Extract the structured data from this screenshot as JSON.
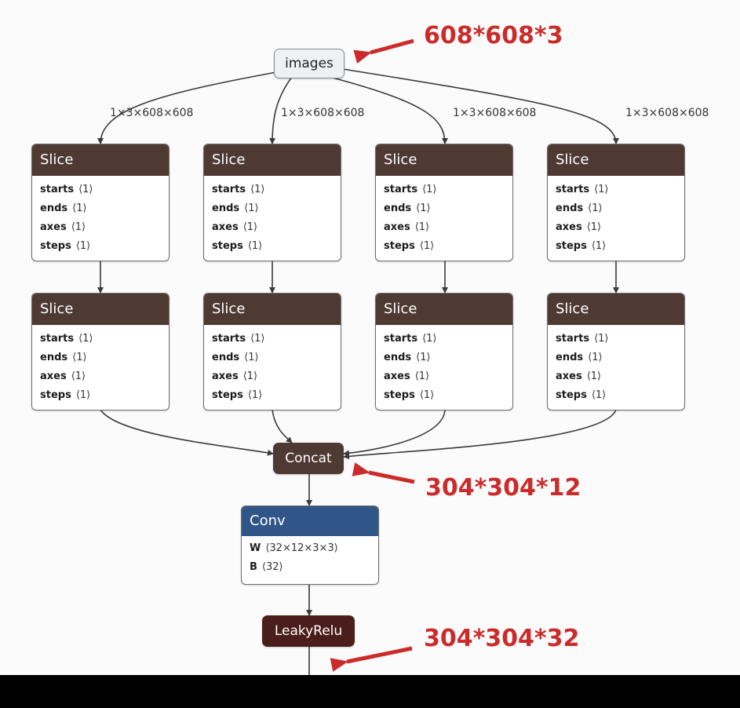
{
  "input_node": {
    "label": "images"
  },
  "edge_labels": [
    "1×3×608×608",
    "1×3×608×608",
    "1×3×608×608",
    "1×3×608×608"
  ],
  "slice_rows": [
    [
      {
        "title": "Slice",
        "attrs": [
          {
            "name": "starts",
            "value": "⟨1⟩"
          },
          {
            "name": "ends",
            "value": "⟨1⟩"
          },
          {
            "name": "axes",
            "value": "⟨1⟩"
          },
          {
            "name": "steps",
            "value": "⟨1⟩"
          }
        ]
      },
      {
        "title": "Slice",
        "attrs": [
          {
            "name": "starts",
            "value": "⟨1⟩"
          },
          {
            "name": "ends",
            "value": "⟨1⟩"
          },
          {
            "name": "axes",
            "value": "⟨1⟩"
          },
          {
            "name": "steps",
            "value": "⟨1⟩"
          }
        ]
      },
      {
        "title": "Slice",
        "attrs": [
          {
            "name": "starts",
            "value": "⟨1⟩"
          },
          {
            "name": "ends",
            "value": "⟨1⟩"
          },
          {
            "name": "axes",
            "value": "⟨1⟩"
          },
          {
            "name": "steps",
            "value": "⟨1⟩"
          }
        ]
      },
      {
        "title": "Slice",
        "attrs": [
          {
            "name": "starts",
            "value": "⟨1⟩"
          },
          {
            "name": "ends",
            "value": "⟨1⟩"
          },
          {
            "name": "axes",
            "value": "⟨1⟩"
          },
          {
            "name": "steps",
            "value": "⟨1⟩"
          }
        ]
      }
    ],
    [
      {
        "title": "Slice",
        "attrs": [
          {
            "name": "starts",
            "value": "⟨1⟩"
          },
          {
            "name": "ends",
            "value": "⟨1⟩"
          },
          {
            "name": "axes",
            "value": "⟨1⟩"
          },
          {
            "name": "steps",
            "value": "⟨1⟩"
          }
        ]
      },
      {
        "title": "Slice",
        "attrs": [
          {
            "name": "starts",
            "value": "⟨1⟩"
          },
          {
            "name": "ends",
            "value": "⟨1⟩"
          },
          {
            "name": "axes",
            "value": "⟨1⟩"
          },
          {
            "name": "steps",
            "value": "⟨1⟩"
          }
        ]
      },
      {
        "title": "Slice",
        "attrs": [
          {
            "name": "starts",
            "value": "⟨1⟩"
          },
          {
            "name": "ends",
            "value": "⟨1⟩"
          },
          {
            "name": "axes",
            "value": "⟨1⟩"
          },
          {
            "name": "steps",
            "value": "⟨1⟩"
          }
        ]
      },
      {
        "title": "Slice",
        "attrs": [
          {
            "name": "starts",
            "value": "⟨1⟩"
          },
          {
            "name": "ends",
            "value": "⟨1⟩"
          },
          {
            "name": "axes",
            "value": "⟨1⟩"
          },
          {
            "name": "steps",
            "value": "⟨1⟩"
          }
        ]
      }
    ]
  ],
  "concat_node": {
    "label": "Concat"
  },
  "conv_node": {
    "title": "Conv",
    "attrs": [
      {
        "name": "W",
        "value": "⟨32×12×3×3⟩"
      },
      {
        "name": "B",
        "value": "⟨32⟩"
      }
    ]
  },
  "leaky_node": {
    "label": "LeakyRelu"
  },
  "annotations": {
    "input_shape": "608*608*3",
    "concat_shape": "304*304*12",
    "leaky_shape": "304*304*32"
  },
  "colors": {
    "slice_header": "#4f3a33",
    "concat": "#4f3a33",
    "conv_header": "#2f5687",
    "leaky": "#4a1e1a",
    "annotation": "#cc2b2b",
    "edge": "#3a3a3a"
  }
}
